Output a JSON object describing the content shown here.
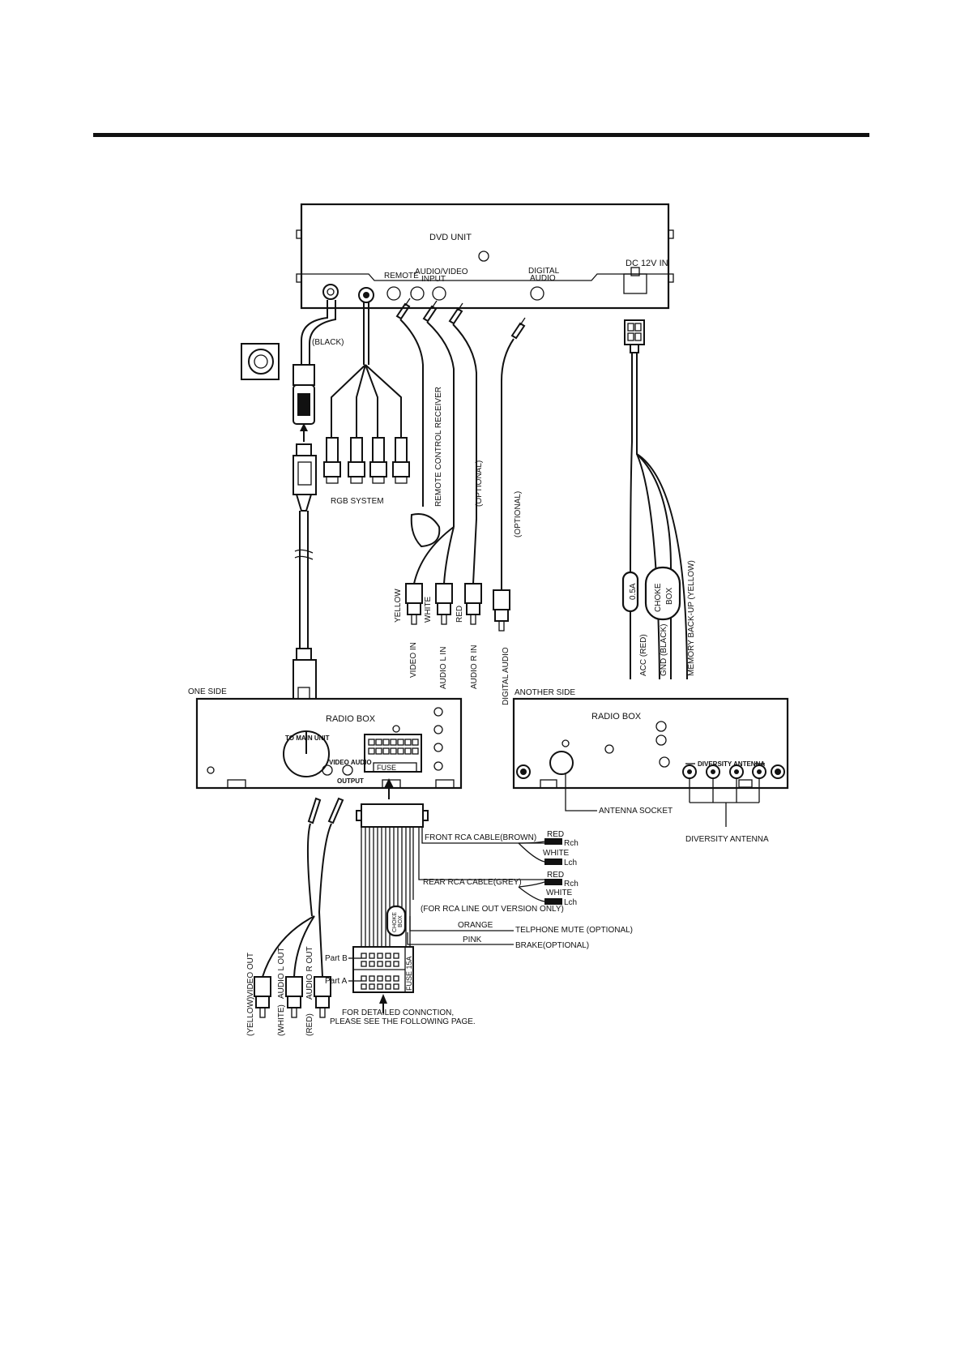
{
  "dvd_unit": {
    "title": "DVD UNIT",
    "remote": "REMOTE",
    "av_input_1": "AUDIO/VIDEO",
    "av_input_2": "INPUT",
    "digital_1": "DIGITAL",
    "digital_2": "AUDIO",
    "dc_in": "DC 12V IN"
  },
  "harness": {
    "black": "(BLACK)",
    "rgb_system": "RGB SYSTEM",
    "remote_receiver": "REMOTE CONTROL RECEIVER",
    "optional_1": "(OPTIONAL)",
    "optional_2": "(OPTIONAL)",
    "yellow": "YELLOW",
    "white": "WHITE",
    "red": "RED",
    "video_in": "VIDEO IN",
    "audio_l_in": "AUDIO L IN",
    "audio_r_in": "AUDIO R IN",
    "digital_audio": "DIGITAL AUDIO"
  },
  "power": {
    "fuse": "0.5A",
    "choke_1": "CHOKE",
    "choke_2": "BOX",
    "acc": "ACC (RED)",
    "gnd": "GND (BLACK)",
    "memory": "MEMORY BACK-UP (YELLOW)"
  },
  "radio_one": {
    "side": "ONE SIDE",
    "title": "RADIO BOX",
    "to_main": "TO MAIN UNIT",
    "video_audio": "VIDEO AUDIO",
    "output": "OUTPUT",
    "fuse": "FUSE"
  },
  "radio_another": {
    "side": "ANOTHER SIDE",
    "title": "RADIO BOX",
    "diversity": "DIVERSITY  ANTENNA",
    "antenna_socket": "ANTENNA SOCKET",
    "diversity_antenna": "DIVERSITY ANTENNA"
  },
  "cables": {
    "front_rca": "FRONT RCA CABLE(BROWN)",
    "rear_rca": "REAR RCA CABLE(GREY)",
    "red_1": "RED",
    "rch_1": "Rch",
    "white_1": "WHITE",
    "lch_1": "Lch",
    "red_2": "RED",
    "rch_2": "Rch",
    "white_2": "WHITE",
    "lch_2": "Lch",
    "line_out_note": "(FOR RCA LINE OUT VERSION ONLY)",
    "orange": "ORANGE",
    "telephone": "TELPHONE MUTE (OPTIONAL)",
    "pink": "PINK",
    "brake": "BRAKE(OPTIONAL)",
    "choke_1": "CHOKE",
    "choke_2": "BOX",
    "part_b": "Part B",
    "part_a": "Part A",
    "fuse_15a": "FUSE 15A",
    "detailed_1": "FOR DETAILED CONNCTION,",
    "detailed_2": "PLEASE SEE THE FOLLOWING PAGE."
  },
  "outputs": {
    "yellow": "(YELLOW)",
    "video_out": "VIDEO OUT",
    "white": "(WHITE)",
    "audio_l_out": "AUDIO L OUT",
    "red": "(RED)",
    "audio_r_out": "AUDIO R OUT"
  }
}
